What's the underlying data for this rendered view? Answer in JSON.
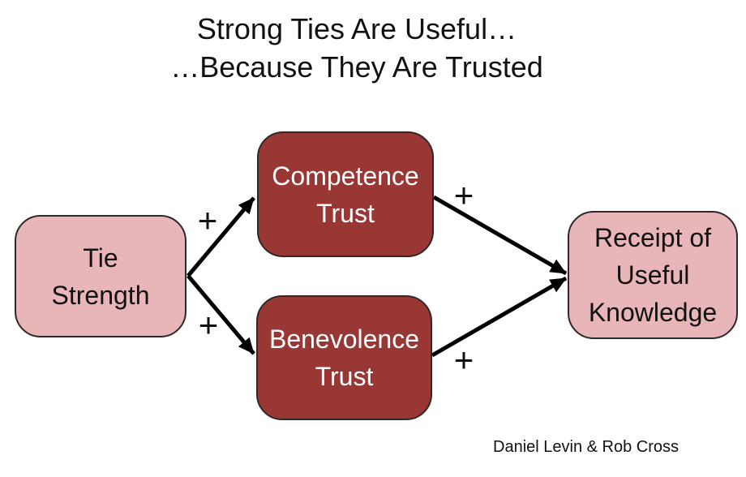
{
  "title": {
    "line1": "Strong Ties Are Useful…",
    "line2": "…Because They Are Trusted"
  },
  "nodes": [
    {
      "id": "tie-strength",
      "label": "Tie\nStrength",
      "style": "light"
    },
    {
      "id": "competence-trust",
      "label": "Competence\nTrust",
      "style": "dark"
    },
    {
      "id": "benevolence-trust",
      "label": "Benevolence\nTrust",
      "style": "dark"
    },
    {
      "id": "receipt-of-useful-knowledge",
      "label": "Receipt of\nUseful\nKnowledge",
      "style": "light"
    }
  ],
  "edges": [
    {
      "from": "tie-strength",
      "to": "competence-trust",
      "sign": "+"
    },
    {
      "from": "tie-strength",
      "to": "benevolence-trust",
      "sign": "+"
    },
    {
      "from": "competence-trust",
      "to": "receipt-of-useful-knowledge",
      "sign": "+"
    },
    {
      "from": "benevolence-trust",
      "to": "receipt-of-useful-knowledge",
      "sign": "+"
    }
  ],
  "attribution": "Daniel Levin & Rob Cross",
  "colors": {
    "light_node_fill": "#e8b5b8",
    "dark_node_fill": "#993735",
    "node_border": "#2f2828",
    "arrow": "#000000",
    "text_dark": "#111111",
    "text_light": "#ffffff",
    "background": "#ffffff"
  }
}
